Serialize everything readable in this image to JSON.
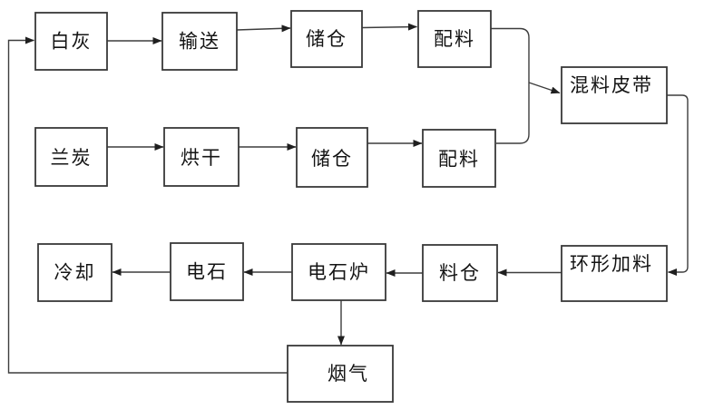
{
  "diagram": {
    "type": "flowchart",
    "background_color": "#ffffff",
    "box_fill_color": "#ffffff",
    "box_border_color": "#383838",
    "line_color": "#3d3d3d",
    "text_color": "#141414",
    "nodes": [
      {
        "id": "lime",
        "label": "白灰"
      },
      {
        "id": "conveying",
        "label": "输送"
      },
      {
        "id": "storage-bin-1",
        "label": "储仓"
      },
      {
        "id": "dosing-1",
        "label": "配料"
      },
      {
        "id": "mixing-belt",
        "label": "混料皮带"
      },
      {
        "id": "semi-coke",
        "label": "兰炭"
      },
      {
        "id": "drying",
        "label": "烘干"
      },
      {
        "id": "storage-bin-2",
        "label": "储仓"
      },
      {
        "id": "dosing-2",
        "label": "配料"
      },
      {
        "id": "ring-feeder",
        "label": "环形加料"
      },
      {
        "id": "charge-bin",
        "label": "料仓"
      },
      {
        "id": "carbide-furnace",
        "label": "电石炉"
      },
      {
        "id": "carbide",
        "label": "电石"
      },
      {
        "id": "cooling",
        "label": "冷却"
      },
      {
        "id": "flue-gas",
        "label": "烟气"
      }
    ],
    "edges": [
      {
        "from": "白灰",
        "to": "输送"
      },
      {
        "from": "输送",
        "to": "储仓"
      },
      {
        "from": "储仓",
        "to": "配料"
      },
      {
        "from": "配料",
        "to": "混料皮带"
      },
      {
        "from": "兰炭",
        "to": "烘干"
      },
      {
        "from": "烘干",
        "to": "储仓"
      },
      {
        "from": "储仓",
        "to": "配料"
      },
      {
        "from": "配料",
        "to": "混料皮带"
      },
      {
        "from": "混料皮带",
        "to": "环形加料"
      },
      {
        "from": "环形加料",
        "to": "料仓"
      },
      {
        "from": "料仓",
        "to": "电石炉"
      },
      {
        "from": "电石炉",
        "to": "电石"
      },
      {
        "from": "电石",
        "to": "冷却"
      },
      {
        "from": "电石炉",
        "to": "烟气"
      },
      {
        "from": "烟气",
        "to": "白灰"
      }
    ]
  }
}
